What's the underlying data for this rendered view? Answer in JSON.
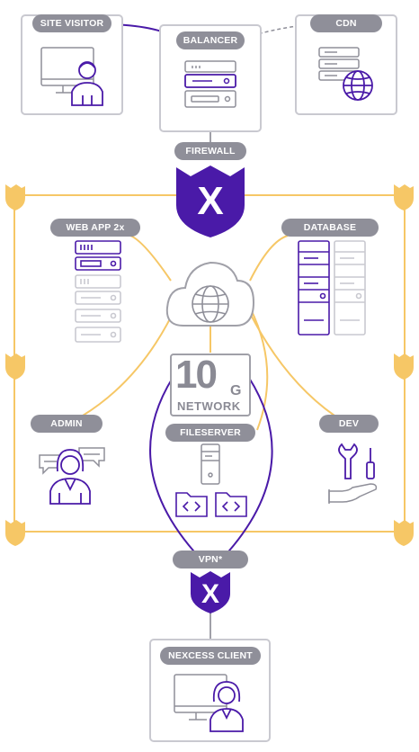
{
  "labels": {
    "site_visitor": "SITE VISITOR",
    "balancer": "BALANCER",
    "cdn": "CDN",
    "firewall": "FIREWALL",
    "web_app": "WEB APP 2x",
    "database": "DATABASE",
    "admin": "ADMIN",
    "dev": "DEV",
    "fileserver": "FILESERVER",
    "vpn": "VPN*",
    "client": "NEXCESS CLIENT"
  },
  "network": {
    "number": "10",
    "unit": "G",
    "word": "NETWORK"
  },
  "shield_letter": "X",
  "colors": {
    "purple": "#4a1aa8",
    "gold": "#f6c766",
    "gray_line": "#a0a0a8",
    "pill_bg": "#8f8f99",
    "light_gray": "#c9c9d0",
    "text_white": "#ffffff"
  }
}
